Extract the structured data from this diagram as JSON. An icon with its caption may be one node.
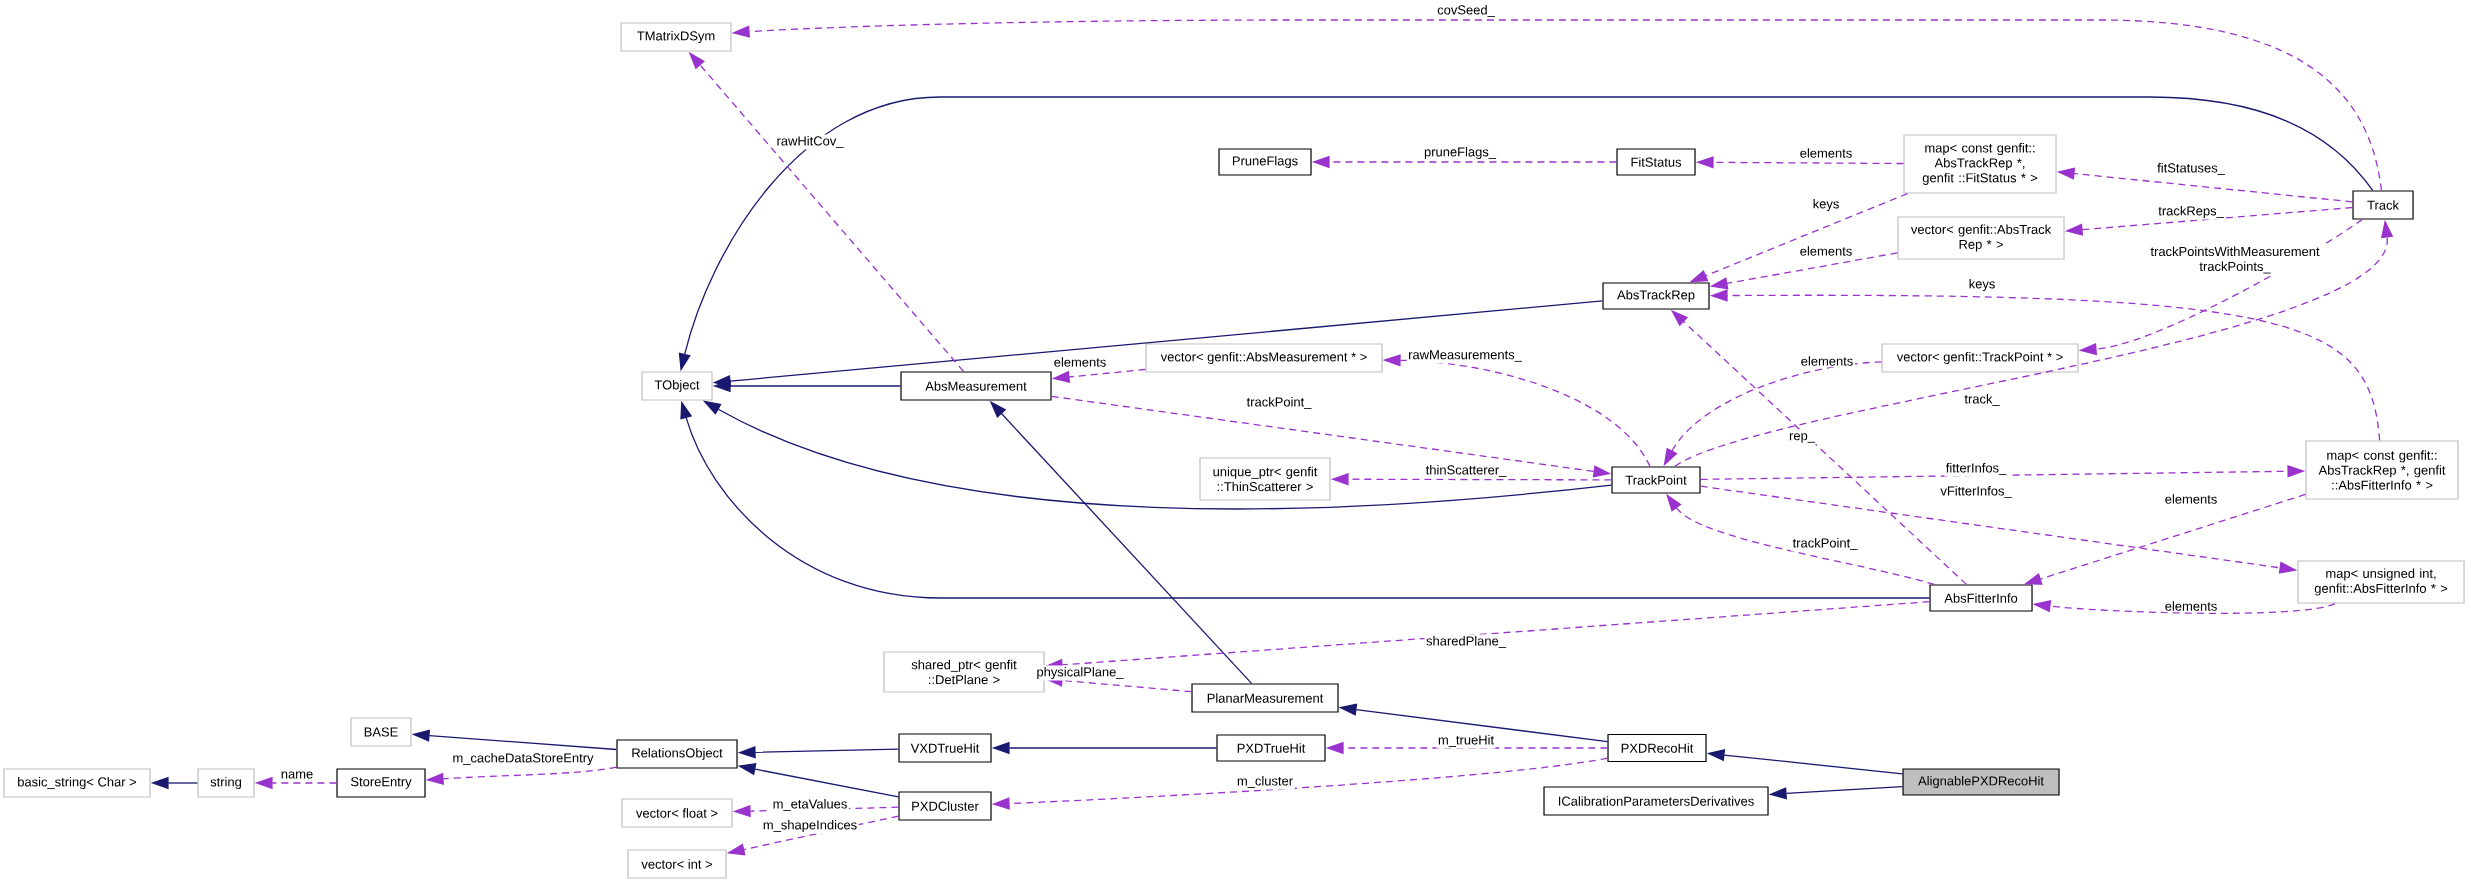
{
  "diagram": {
    "nodes": [
      {
        "text": [
          "TMatrixDSym"
        ]
      },
      {
        "text": [
          "PruneFlags"
        ]
      },
      {
        "text": [
          "FitStatus"
        ]
      },
      {
        "text": [
          "map< const genfit:: AbsTrackRep *, genfit ::FitStatus * >"
        ]
      },
      {
        "text": [
          "Track"
        ]
      },
      {
        "text": [
          "vector< genfit::AbsTrack Rep * >"
        ]
      },
      {
        "text": [
          "AbsTrackRep"
        ]
      },
      {
        "text": [
          "TObject"
        ]
      },
      {
        "text": [
          "AbsMeasurement"
        ]
      },
      {
        "text": [
          "vector< genfit::AbsMeasurement * >"
        ]
      },
      {
        "text": [
          "vector< genfit::TrackPoint * >"
        ]
      },
      {
        "text": [
          "unique_ptr< genfit ::ThinScatterer >"
        ]
      },
      {
        "text": [
          "TrackPoint"
        ]
      },
      {
        "text": [
          "map< const genfit:: AbsTrackRep *, genfit ::AbsFitterInfo * >"
        ]
      },
      {
        "text": [
          "AbsFitterInfo"
        ]
      },
      {
        "text": [
          "map< unsigned int, genfit::AbsFitterInfo * >"
        ]
      },
      {
        "text": [
          "shared_ptr< genfit ::DetPlane >"
        ]
      },
      {
        "text": [
          "PlanarMeasurement"
        ]
      },
      {
        "text": [
          "BASE"
        ]
      },
      {
        "text": [
          "RelationsObject"
        ]
      },
      {
        "text": [
          "VXDTrueHit"
        ]
      },
      {
        "text": [
          "PXDTrueHit"
        ]
      },
      {
        "text": [
          "PXDRecoHit"
        ]
      },
      {
        "text": [
          "AlignablePXDRecoHit"
        ]
      },
      {
        "text": [
          "basic_string< Char >"
        ]
      },
      {
        "text": [
          "string"
        ]
      },
      {
        "text": [
          "StoreEntry"
        ]
      },
      {
        "text": [
          "ICalibrationParametersDerivatives"
        ]
      },
      {
        "text": [
          "PXDCluster"
        ]
      },
      {
        "text": [
          "vector< float >"
        ]
      },
      {
        "text": [
          "vector< int >"
        ]
      }
    ],
    "edges": [
      {
        "from": 4,
        "to": 7,
        "arrow": "to",
        "color": "#191970"
      },
      {
        "from": 6,
        "to": 7,
        "arrow": "to",
        "color": "#191970"
      },
      {
        "from": 8,
        "to": 7,
        "arrow": "to",
        "color": "#191970"
      },
      {
        "from": 12,
        "to": 7,
        "arrow": "to",
        "color": "#191970"
      },
      {
        "from": 14,
        "to": 7,
        "arrow": "to",
        "color": "#191970"
      },
      {
        "from": 17,
        "to": 8,
        "arrow": "to",
        "color": "#191970"
      },
      {
        "from": 22,
        "to": 17,
        "arrow": "to",
        "color": "#191970"
      },
      {
        "from": 23,
        "to": 22,
        "arrow": "to",
        "color": "#191970"
      },
      {
        "from": 23,
        "to": 27,
        "arrow": "to",
        "color": "#191970"
      },
      {
        "from": 19,
        "to": 18,
        "arrow": "to",
        "color": "#191970"
      },
      {
        "from": 20,
        "to": 19,
        "arrow": "to",
        "color": "#191970"
      },
      {
        "from": 21,
        "to": 20,
        "arrow": "to",
        "color": "#191970"
      },
      {
        "from": 28,
        "to": 19,
        "arrow": "to",
        "color": "#191970"
      },
      {
        "from": 25,
        "to": 24,
        "arrow": "to",
        "color": "#191970"
      },
      {
        "from": 4,
        "to": 0,
        "arrow": "to",
        "label": "covSeed_",
        "style": "dashed",
        "color": "#9a32cd"
      },
      {
        "from": 8,
        "to": 0,
        "arrow": "to",
        "label": "rawHitCov_",
        "style": "dashed",
        "color": "#9a32cd"
      },
      {
        "from": 2,
        "to": 1,
        "arrow": "to",
        "label": "pruneFlags_",
        "style": "dashed",
        "color": "#9a32cd"
      },
      {
        "from": 3,
        "to": 2,
        "arrow": "to",
        "label": "elements",
        "style": "dashed",
        "color": "#9a32cd"
      },
      {
        "from": 3,
        "to": 6,
        "arrow": "to",
        "label": "keys",
        "style": "dashed",
        "color": "#9a32cd"
      },
      {
        "from": 4,
        "to": 3,
        "arrow": "to",
        "label": "fitStatuses_",
        "style": "dashed",
        "color": "#9a32cd"
      },
      {
        "from": 4,
        "to": 5,
        "arrow": "to",
        "label": "trackReps_",
        "style": "dashed",
        "color": "#9a32cd"
      },
      {
        "from": 5,
        "to": 6,
        "arrow": "to",
        "label": "elements",
        "style": "dashed",
        "color": "#9a32cd"
      },
      {
        "from": 4,
        "to": 10,
        "arrow": "to",
        "label": "trackPointsWithMeasurement trackPoints_",
        "style": "dashed",
        "color": "#9a32cd"
      },
      {
        "from": 13,
        "to": 6,
        "arrow": "to",
        "label": "keys",
        "style": "dashed",
        "color": "#9a32cd"
      },
      {
        "from": 9,
        "to": 8,
        "arrow": "to",
        "label": "elements",
        "style": "dashed",
        "color": "#9a32cd"
      },
      {
        "from": 8,
        "to": 12,
        "arrow": "to",
        "label": "trackPoint_",
        "style": "dashed",
        "color": "#9a32cd"
      },
      {
        "from": 12,
        "to": 9,
        "arrow": "to",
        "label": "rawMeasurements_",
        "style": "dashed",
        "color": "#9a32cd"
      },
      {
        "from": 10,
        "to": 12,
        "arrow": "to",
        "label": "elements",
        "style": "dashed",
        "color": "#9a32cd"
      },
      {
        "from": 12,
        "to": 4,
        "arrow": "to",
        "label": "track_",
        "style": "dashed",
        "color": "#9a32cd"
      },
      {
        "from": 14,
        "to": 6,
        "arrow": "to",
        "label": "rep_",
        "style": "dashed",
        "color": "#9a32cd"
      },
      {
        "from": 12,
        "to": 11,
        "arrow": "to",
        "label": "thinScatterer_",
        "style": "dashed",
        "color": "#9a32cd"
      },
      {
        "from": 12,
        "to": 13,
        "arrow": "to",
        "label": "fitterInfos_",
        "style": "dashed",
        "color": "#9a32cd"
      },
      {
        "from": 12,
        "to": 15,
        "arrow": "to",
        "label": "vFitterInfos_",
        "style": "dashed",
        "color": "#9a32cd"
      },
      {
        "from": 13,
        "to": 14,
        "arrow": "to",
        "label": "elements",
        "style": "dashed",
        "color": "#9a32cd"
      },
      {
        "from": 14,
        "to": 12,
        "arrow": "to",
        "label": "trackPoint_",
        "style": "dashed",
        "color": "#9a32cd"
      },
      {
        "from": 15,
        "to": 14,
        "arrow": "to",
        "label": "elements",
        "style": "dashed",
        "color": "#9a32cd"
      },
      {
        "from": 14,
        "to": 16,
        "arrow": "to",
        "label": "sharedPlane_",
        "style": "dashed",
        "color": "#9a32cd"
      },
      {
        "from": 17,
        "to": 16,
        "arrow": "to",
        "label": "physicalPlane_",
        "style": "dashed",
        "color": "#9a32cd"
      },
      {
        "from": 22,
        "to": 21,
        "arrow": "to",
        "label": "m_trueHit",
        "style": "dashed",
        "color": "#9a32cd"
      },
      {
        "from": 22,
        "to": 28,
        "arrow": "to",
        "label": "m_cluster",
        "style": "dashed",
        "color": "#9a32cd"
      },
      {
        "from": 19,
        "to": 26,
        "arrow": "to",
        "label": "m_cacheDataStoreEntry",
        "style": "dashed",
        "color": "#9a32cd"
      },
      {
        "from": 26,
        "to": 25,
        "arrow": "to",
        "label": "name",
        "style": "dashed",
        "color": "#9a32cd"
      },
      {
        "from": 28,
        "to": 29,
        "arrow": "to",
        "label": "m_etaValues",
        "style": "dashed",
        "color": "#9a32cd"
      },
      {
        "from": 28,
        "to": 30,
        "arrow": "to",
        "label": "m_shapeIndices",
        "style": "dashed",
        "color": "#9a32cd"
      }
    ]
  }
}
